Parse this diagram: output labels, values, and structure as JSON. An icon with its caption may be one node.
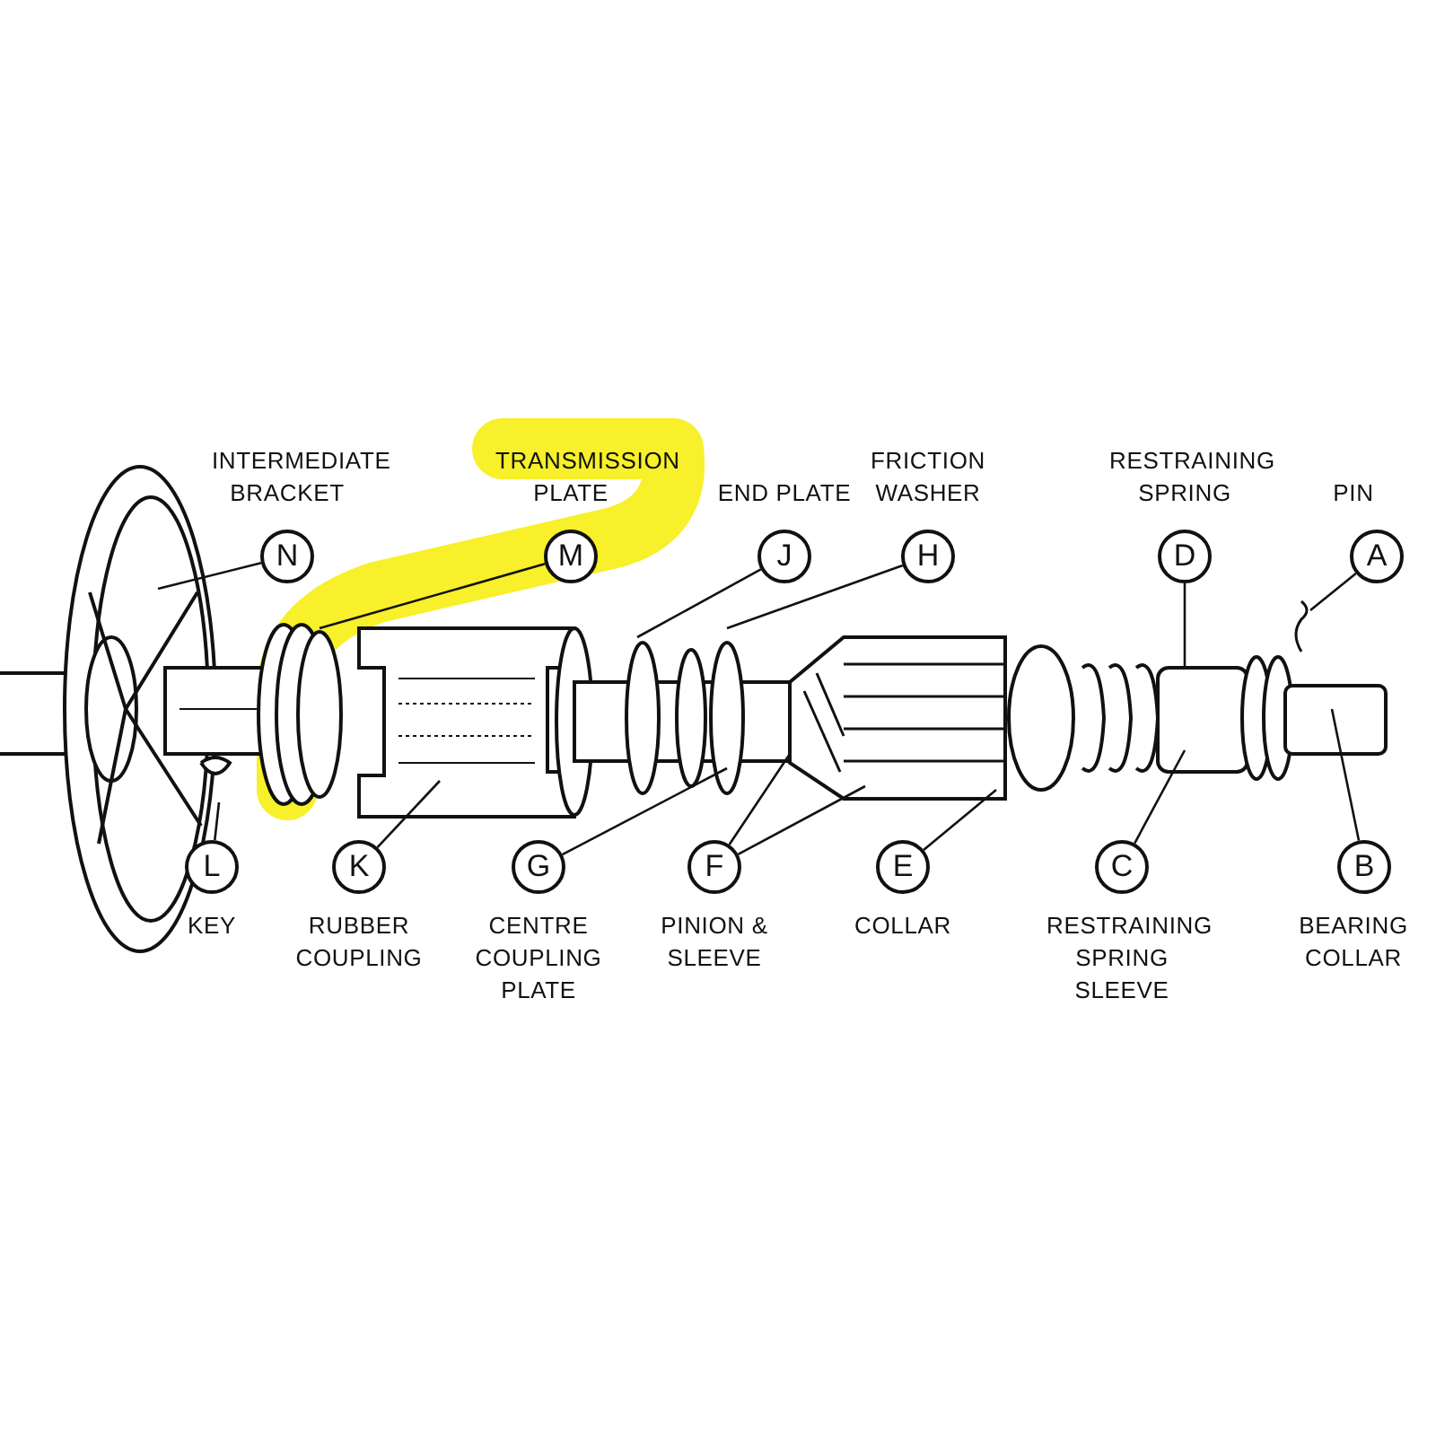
{
  "diagram": {
    "nodes": [
      {
        "text": [
          "N"
        ],
        "beside": [
          "INTERMEDIATE BRACKET"
        ]
      },
      {
        "text": [
          "M"
        ],
        "beside": [
          "TRANSMISSION PLATE"
        ]
      },
      {
        "text": [
          "J"
        ],
        "beside": [
          "END PLATE"
        ]
      },
      {
        "text": [
          "H"
        ],
        "beside": [
          "FRICTION WASHER"
        ]
      },
      {
        "text": [
          "D"
        ],
        "beside": [
          "RESTRAINING SPRING"
        ]
      },
      {
        "text": [
          "A"
        ],
        "beside": [
          "PIN"
        ]
      },
      {
        "text": [
          "L"
        ],
        "beside": [
          "KEY"
        ]
      },
      {
        "text": [
          "K"
        ],
        "beside": [
          "RUBBER COUPLING"
        ]
      },
      {
        "text": [
          "G"
        ],
        "beside": [
          "CENTRE COUPLING PLATE"
        ]
      },
      {
        "text": [
          "F"
        ],
        "beside": [
          "PINION & SLEEVE"
        ]
      },
      {
        "text": [
          "E"
        ],
        "beside": [
          "COLLAR"
        ]
      },
      {
        "text": [
          "C"
        ],
        "beside": [
          "RESTRAINING SPRING SLEEVE"
        ]
      },
      {
        "text": [
          "B"
        ],
        "beside": [
          "BEARING COLLAR"
        ]
      }
    ],
    "edges": [
      {
        "from": 0,
        "to": null,
        "arrow": "none"
      },
      {
        "from": 1,
        "to": null,
        "arrow": "none"
      },
      {
        "from": 2,
        "to": null,
        "arrow": "none"
      },
      {
        "from": 3,
        "to": null,
        "arrow": "none"
      },
      {
        "from": 4,
        "to": null,
        "arrow": "none"
      },
      {
        "from": 5,
        "to": null,
        "arrow": "none"
      },
      {
        "from": 6,
        "to": null,
        "arrow": "none"
      },
      {
        "from": 7,
        "to": null,
        "arrow": "none"
      },
      {
        "from": 8,
        "to": null,
        "arrow": "none"
      },
      {
        "from": 9,
        "to": null,
        "arrow": "none"
      },
      {
        "from": 9,
        "to": null,
        "arrow": "none"
      },
      {
        "from": 10,
        "to": null,
        "arrow": "none"
      },
      {
        "from": 11,
        "to": null,
        "arrow": "none"
      },
      {
        "from": 12,
        "to": null,
        "arrow": "none"
      }
    ]
  }
}
